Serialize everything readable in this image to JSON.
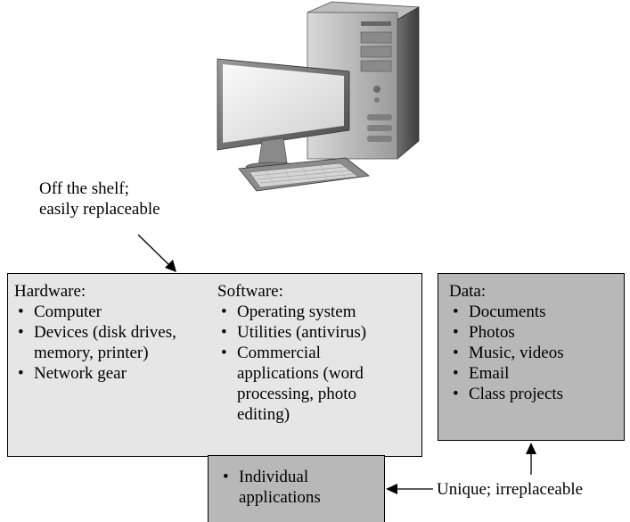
{
  "top_label": [
    "Off the shelf;",
    "easily replaceable"
  ],
  "hardware": {
    "title": "Hardware:",
    "items": [
      "Computer",
      "Devices (disk drives, memory, printer)",
      "Network gear"
    ]
  },
  "software": {
    "title": "Software:",
    "items": [
      "Operating system",
      "Utilities (antivirus)",
      "Commercial applications (word processing, photo editing)"
    ]
  },
  "individual": {
    "items": [
      "Individual applications"
    ]
  },
  "data": {
    "title": "Data:",
    "items": [
      "Documents",
      "Photos",
      "Music, videos",
      "Email",
      "Class projects"
    ]
  },
  "bottom_label": "Unique; irreplaceable",
  "icons": [
    "computer-tower-icon",
    "monitor-icon",
    "keyboard-icon"
  ],
  "colors": {
    "light_box": "#e6e6e6",
    "dark_box": "#b8b8b8"
  }
}
